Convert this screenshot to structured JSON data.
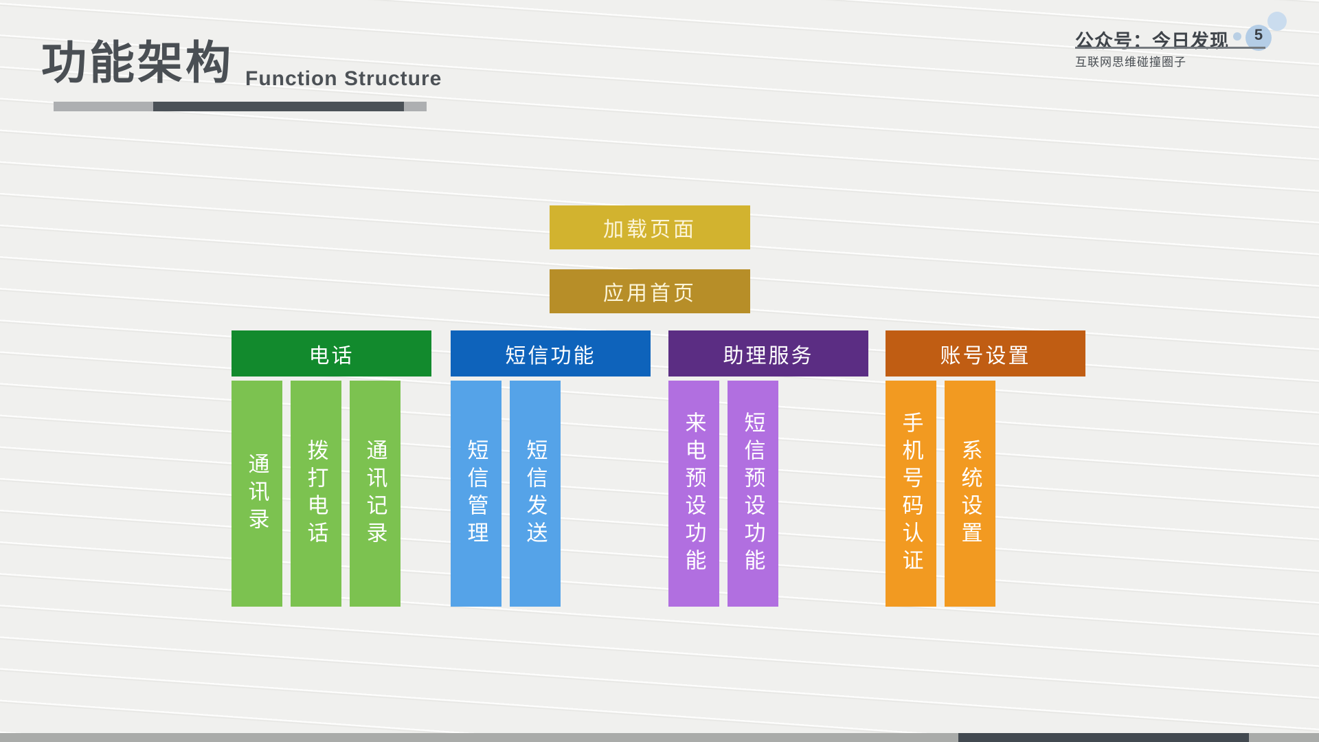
{
  "header": {
    "title": "功能架构",
    "subtitle": "Function Structure"
  },
  "brand": {
    "account_label": "公众号：今日发现",
    "tagline": "互联网思维碰撞圈子",
    "page_number": "5",
    "bubble_color": "#b4cde6"
  },
  "diagram": {
    "top_nodes": [
      {
        "label": "加载页面",
        "color": "#d2b32f"
      },
      {
        "label": "应用首页",
        "color": "#b78e28"
      }
    ],
    "groups": [
      {
        "label": "电话",
        "header_color": "#128a2d",
        "bar_color": "#7cc250",
        "items": [
          "通讯录",
          "拨打电话",
          "通讯记录"
        ]
      },
      {
        "label": "短信功能",
        "header_color": "#0e63bb",
        "bar_color": "#55a3e8",
        "items": [
          "短信管理",
          "短信发送"
        ]
      },
      {
        "label": "助理服务",
        "header_color": "#5b2d83",
        "bar_color": "#b16fe0",
        "items": [
          "来电预设功能",
          "短信预设功能"
        ]
      },
      {
        "label": "账号设置",
        "header_color": "#c05d13",
        "bar_color": "#f29a21",
        "items": [
          "手机号码认证",
          "系统设置"
        ]
      }
    ]
  },
  "theme": {
    "background": "#f0f0ee",
    "title_color": "#4a4f54",
    "footer_gray": "#a9aba9",
    "footer_dark": "#424950"
  }
}
